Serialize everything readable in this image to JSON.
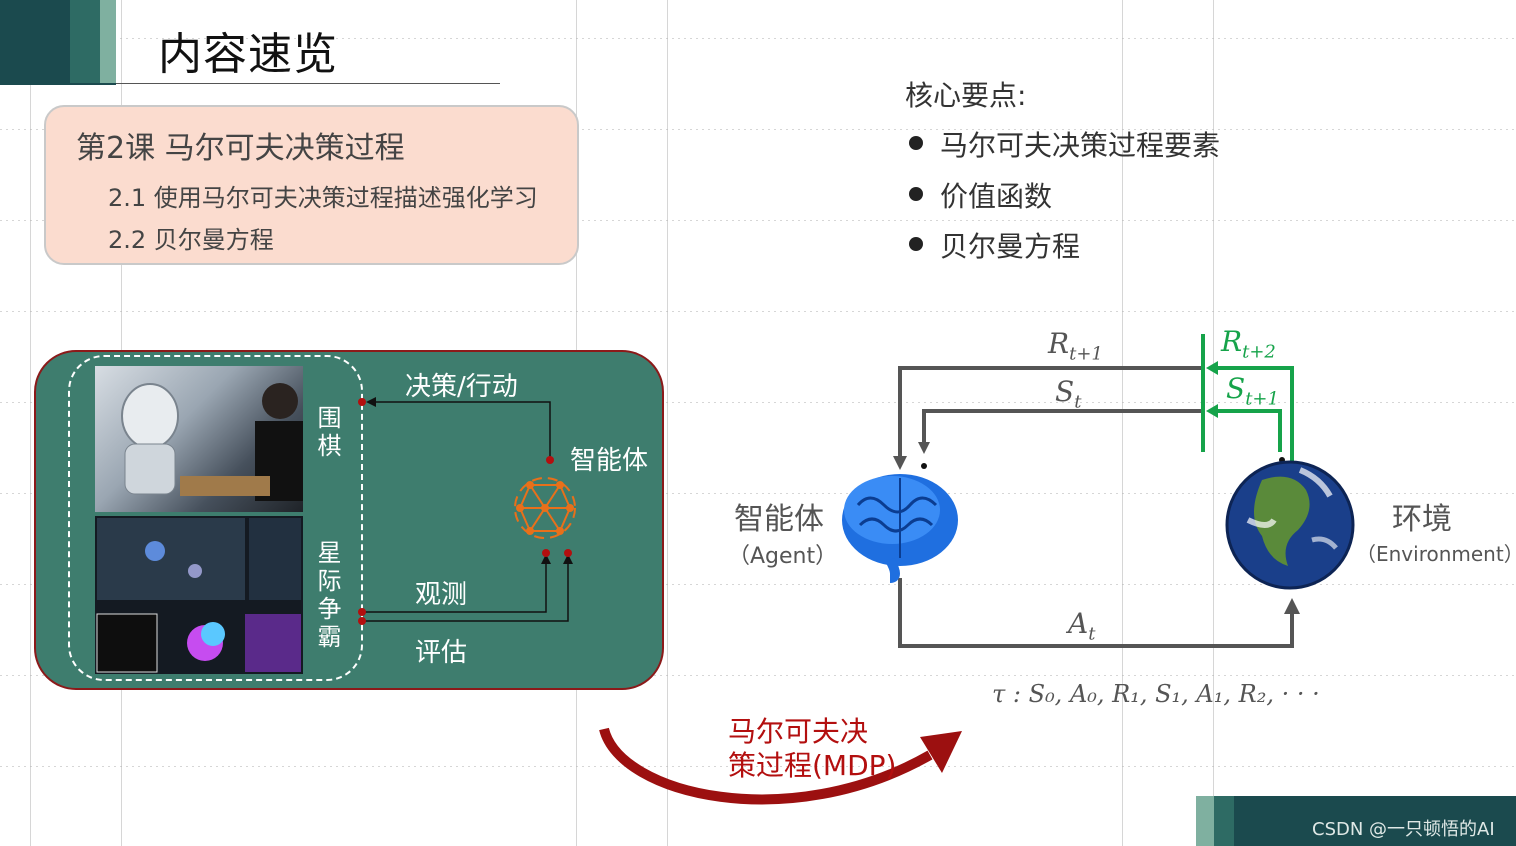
{
  "header": {
    "title": "内容速览",
    "accent_colors": [
      "#1b4a4e",
      "#2e6b64",
      "#7fb0a0"
    ]
  },
  "course": {
    "heading": "第2课 马尔可夫决策过程",
    "items": [
      "2.1 使用马尔可夫决策过程描述强化学习",
      "2.2 贝尔曼方程"
    ]
  },
  "key_points": {
    "heading": "核心要点:",
    "items": [
      "马尔可夫决策过程要素",
      "价值函数",
      "贝尔曼方程"
    ]
  },
  "left_diagram": {
    "vertical_labels": [
      "围棋",
      "星际争霸"
    ],
    "action_label": "决策/行动",
    "agent_label": "智能体",
    "observe_label": "观测",
    "evaluate_label": "评估",
    "bg_color": "#3e7d6e",
    "border_color": "#8b1a1a"
  },
  "mdp_arrow": {
    "line1": "马尔可夫决",
    "line2": "策过程(MDP)",
    "color": "#9c1010"
  },
  "right_diagram": {
    "agent_cn": "智能体",
    "agent_en": "（Agent）",
    "env_cn": "环境",
    "env_en": "（Environment）",
    "reward_t1": "R",
    "reward_t1_sub": "t+1",
    "state_t": "S",
    "state_t_sub": "t",
    "reward_t2": "R",
    "reward_t2_sub": "t+2",
    "state_t1": "S",
    "state_t1_sub": "t+1",
    "action": "A",
    "action_sub": "t",
    "trajectory": "τ : S₀, A₀, R₁, S₁, A₁, R₂, · · ·",
    "gray_color": "#555555",
    "green_color": "#16a34a"
  },
  "watermark": "CSDN @一只顿悟的AI"
}
